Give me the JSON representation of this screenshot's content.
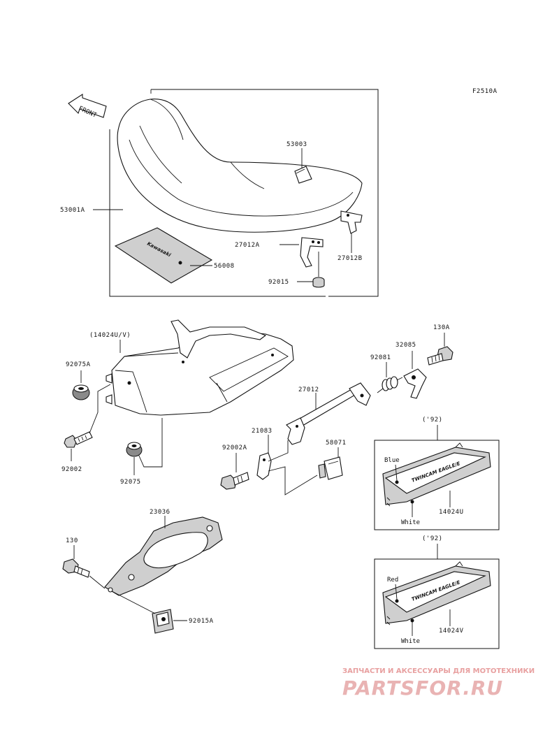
{
  "figure_code": "F2510A",
  "front_label": "FRONT",
  "parts": {
    "seat": "53001A",
    "seat_strap": "53003",
    "manual_card": "56008",
    "bracket_left": "27012A",
    "bracket_right": "27012B",
    "seat_damper": "92015",
    "seat_cover": "(14024U/V)",
    "damper_92075a": "92075A",
    "bolt_92002": "92002",
    "damper_92075": "92075",
    "bolt_130a": "130A",
    "hook_32085": "32085",
    "spring_92081": "92081",
    "seat_lock": "27012",
    "lock_bracket": "21083",
    "bolt_92002a": "92002A",
    "switch_58071": "58071",
    "plate_23036": "23036",
    "bolt_130": "130",
    "nut_92015a": "92015A"
  },
  "variant_u": {
    "year": "('92)",
    "color_top": "Blue",
    "color_bottom": "White",
    "part": "14024U",
    "emblem": "TWINCAM EAGLE/E"
  },
  "variant_v": {
    "year": "('92)",
    "color_top": "Red",
    "color_bottom": "White",
    "part": "14024V",
    "emblem": "TWINCAM EAGLE/E"
  },
  "watermark": {
    "line1": "ЗАПЧАСТИ И АКСЕССУАРЫ ДЛЯ МОТОТЕХНИКИ",
    "line2": "PARTSFOR.RU"
  }
}
